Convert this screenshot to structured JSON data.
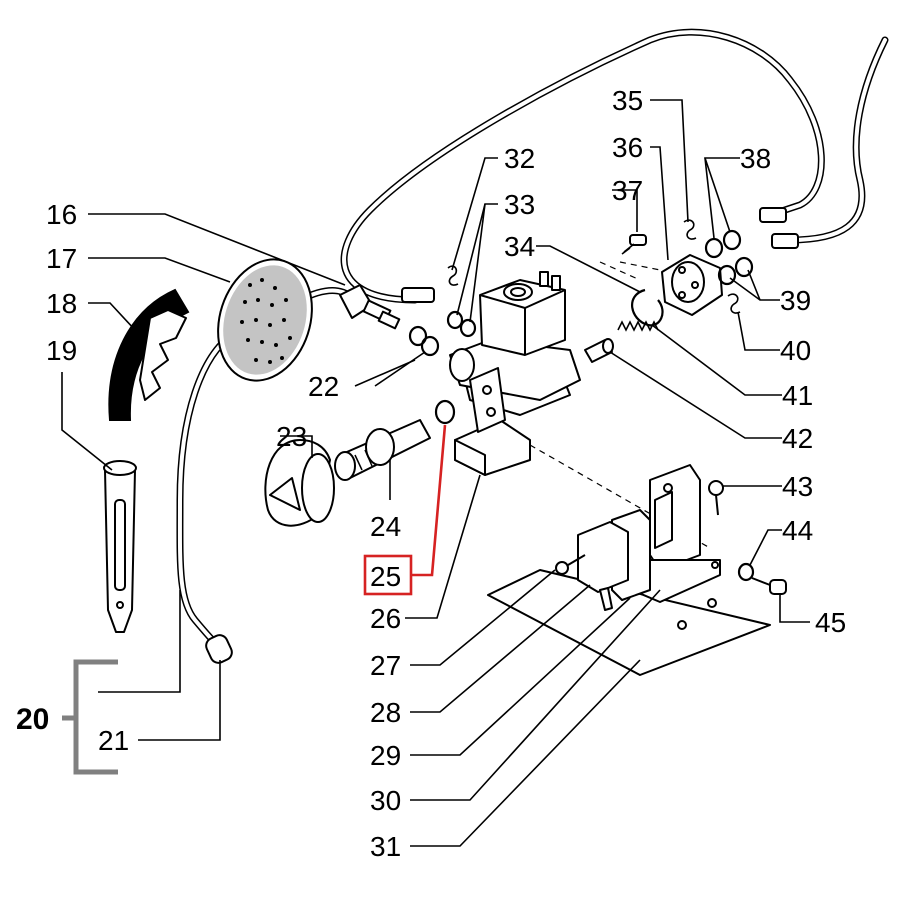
{
  "highlight_color": "#d62222",
  "bracket_color": "#808080",
  "group_label": "20",
  "labels": {
    "l16": "16",
    "l17": "17",
    "l18": "18",
    "l19": "19",
    "l21": "21",
    "l22": "22",
    "l23": "23",
    "l24": "24",
    "l25": "25",
    "l26": "26",
    "l27": "27",
    "l28": "28",
    "l29": "29",
    "l30": "30",
    "l31": "31",
    "l32": "32",
    "l33": "33",
    "l34": "34",
    "l35": "35",
    "l36": "36",
    "l37": "37",
    "l38": "38",
    "l39": "39",
    "l40": "40",
    "l41": "41",
    "l42": "42",
    "l43": "43",
    "l44": "44",
    "l45": "45"
  },
  "highlighted_part": "25",
  "icons": [
    "shower-head-icon",
    "solenoid-valve-icon",
    "microswitch-icon",
    "bracket-icon",
    "o-ring-icon",
    "screw-icon",
    "hose-icon"
  ]
}
